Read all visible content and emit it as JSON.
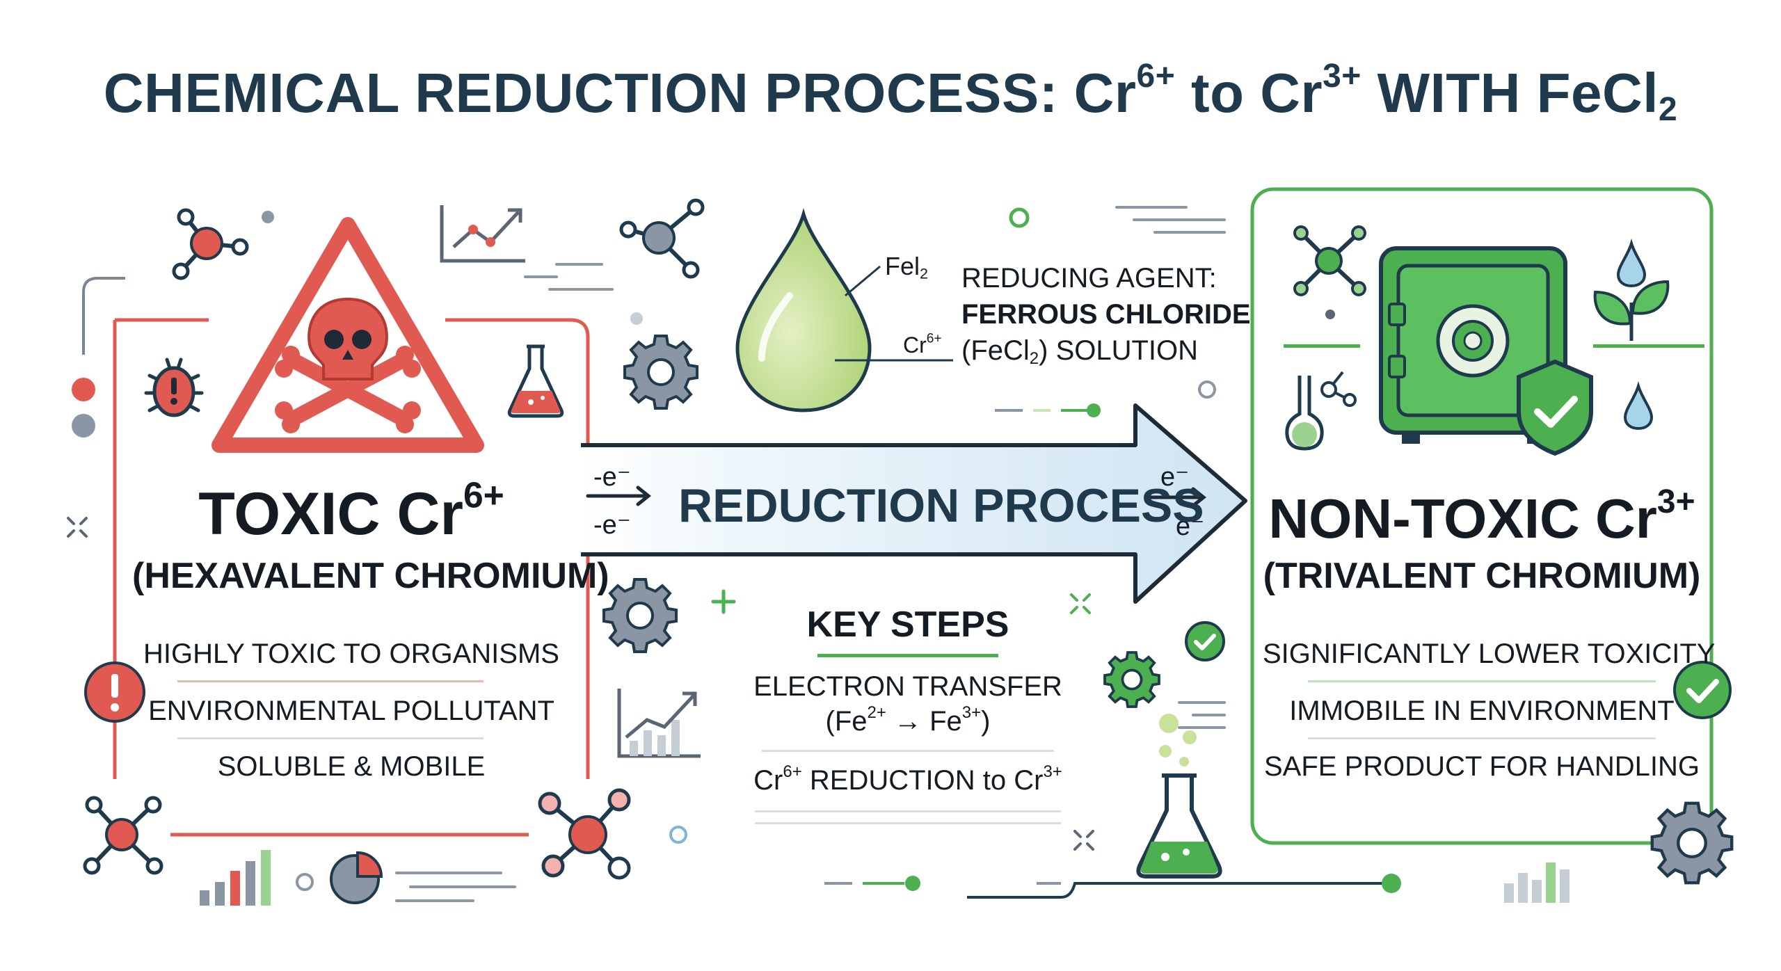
{
  "title": {
    "prefix": "CHEMICAL REDUCTION PROCESS: Cr",
    "sup1": "6+",
    "mid": " to Cr",
    "sup2": "3+",
    "after": " WITH FeCl",
    "sub": "2"
  },
  "toxic_panel": {
    "title": "TOXIC Cr",
    "title_sup": "6+",
    "subtitle": "(HEXAVALENT CHROMIUM)",
    "items": [
      "HIGHLY TOXIC TO ORGANISMS",
      "ENVIRONMENTAL POLLUTANT",
      "SOLUBLE & MOBILE"
    ]
  },
  "nontoxic_panel": {
    "title": "NON-TOXIC Cr",
    "title_sup": "3+",
    "subtitle": "(TRIVALENT CHROMIUM)",
    "items": [
      "SIGNIFICANTLY LOWER TOXICITY",
      "IMMOBILE IN ENVIRONMENT",
      "SAFE PRODUCT FOR HANDLING"
    ]
  },
  "arrow": {
    "label": "REDUCTION PROCESS",
    "electron_left_1": "-e⁻",
    "electron_left_2": "-e⁻",
    "electron_right_1": "e⁻",
    "electron_right_2": "e⁻"
  },
  "droplet": {
    "label_fe": "Fel",
    "label_fe_sub": "2",
    "label_cr": "Cr",
    "label_cr_sup": "6+"
  },
  "reducing_agent": {
    "line1": "REDUCING AGENT:",
    "line2": "FERROUS CHLORIDE",
    "line3_pre": "(FeCl",
    "line3_sub": "2",
    "line3_post": ") SOLUTION"
  },
  "key_steps": {
    "heading": "KEY STEPS",
    "step1_line1": "ELECTRON TRANSFER",
    "step1_line2_a": "(Fe",
    "step1_line2_sup1": "2+",
    "step1_line2_b": " → Fe",
    "step1_line2_sup2": "3+",
    "step1_line2_c": ")",
    "step2_a": "Cr",
    "step2_sup1": "6+",
    "step2_b": " REDUCTION to Cr",
    "step2_sup2": "3+"
  },
  "colors": {
    "toxic_red": "#e05a52",
    "safe_green": "#4caf50",
    "arrow_blue": "#d6e9f5",
    "arrow_outline": "#1f2a37",
    "droplet_green": "#c9e29a",
    "navy": "#1e3a4c"
  },
  "icons": {
    "hazard": "skull-crossbones-warning-icon",
    "safe": "safe-with-shield-check-icon",
    "droplet": "solution-droplet-icon"
  }
}
